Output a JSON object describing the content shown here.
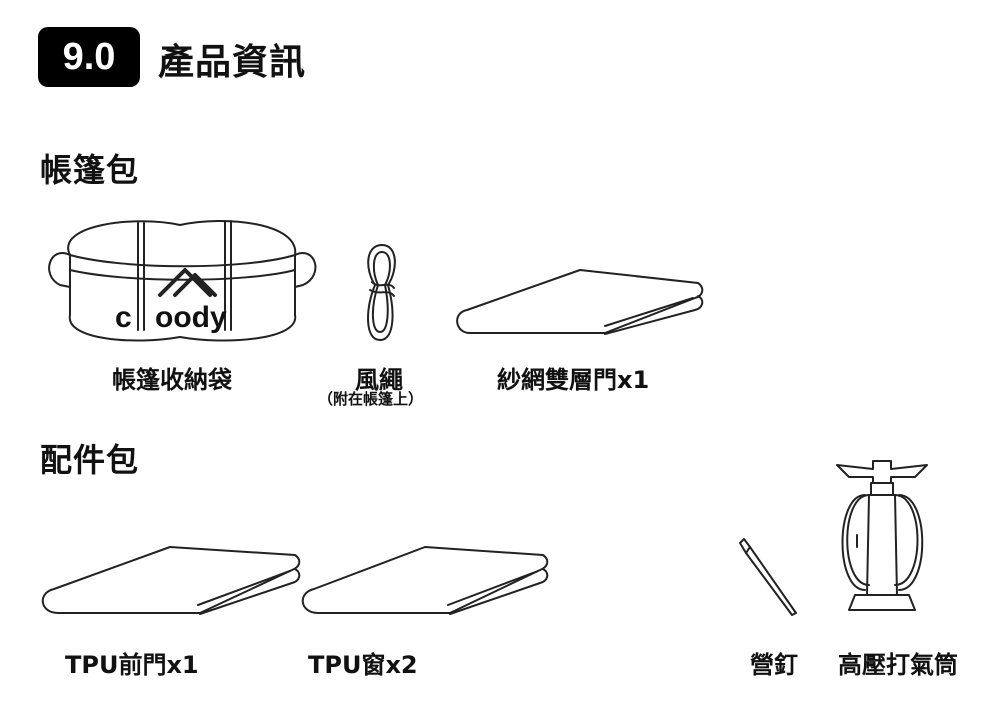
{
  "header": {
    "section_number": "9.0",
    "title": "產品資訊"
  },
  "tent_bag": {
    "heading": "帳篷包",
    "items": [
      {
        "label": "帳篷收納袋",
        "brand": "coody"
      },
      {
        "label": "風繩",
        "note": "（附在帳篷上）"
      },
      {
        "label": "紗網雙層門x1"
      }
    ]
  },
  "accessory_bag": {
    "heading": "配件包",
    "items": [
      {
        "label": "TPU前門x1"
      },
      {
        "label": "TPU窗x2"
      },
      {
        "label": "營釘"
      },
      {
        "label": "高壓打氣筒"
      }
    ]
  }
}
